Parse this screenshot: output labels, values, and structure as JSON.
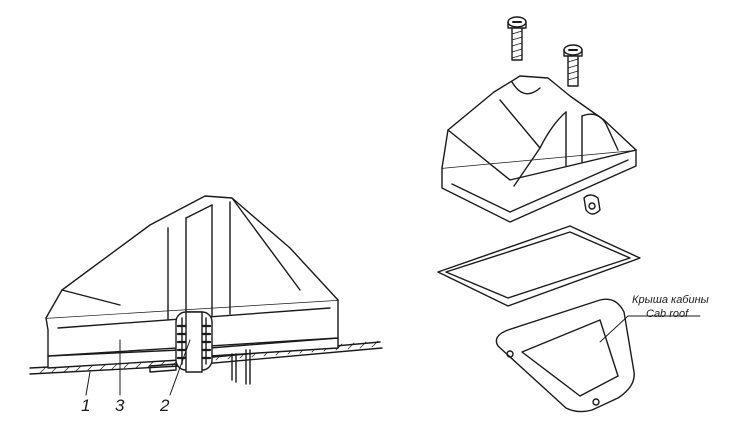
{
  "callouts": {
    "part_1": "1",
    "part_3": "3",
    "part_2": "2"
  },
  "annotation": {
    "label_ru": "Крыша кабины",
    "label_en": "Cab roof"
  },
  "colors": {
    "line": "#1a1a1a",
    "fill": "#ffffff",
    "shade": "#c8c8c8"
  }
}
